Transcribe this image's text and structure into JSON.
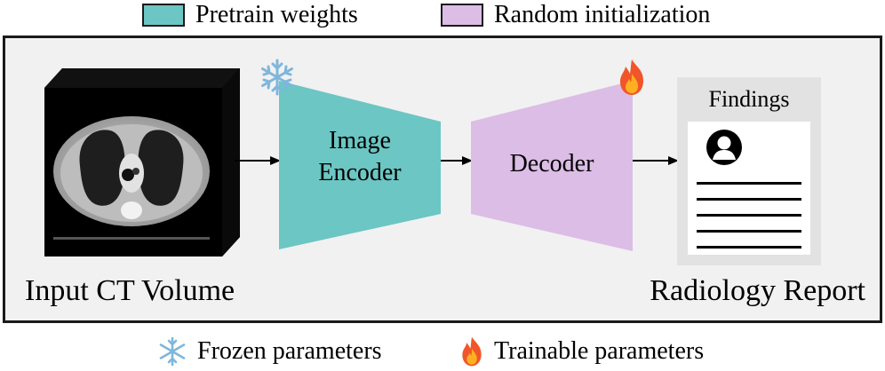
{
  "legend_top": {
    "pretrain": {
      "label": "Pretrain weights",
      "color": "#6cc6c3"
    },
    "random": {
      "label": "Random initialization",
      "color": "#dcbde6"
    }
  },
  "diagram": {
    "input_label": "Input CT Volume",
    "encoder": {
      "line1": "Image",
      "line2": "Encoder",
      "color": "#6cc6c3",
      "status_icon": "snowflake-icon"
    },
    "decoder": {
      "label": "Decoder",
      "color": "#dcbde6",
      "status_icon": "fire-icon"
    },
    "report": {
      "title": "Findings",
      "label": "Radiology Report",
      "avatar_icon": "person-avatar-icon"
    }
  },
  "legend_bottom": {
    "frozen": {
      "icon": "snowflake-icon",
      "label": "Frozen parameters"
    },
    "trainable": {
      "icon": "fire-icon",
      "label": "Trainable parameters"
    }
  }
}
